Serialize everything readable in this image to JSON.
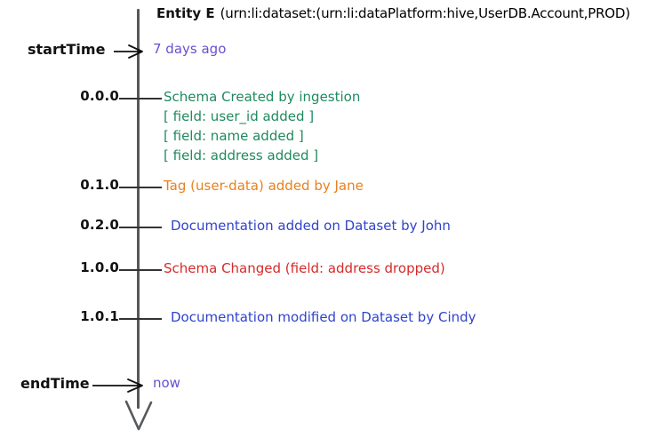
{
  "diagram": {
    "type": "entity-change-timeline",
    "header": {
      "entity_label": "Entity E",
      "entity_urn": "(urn:li:dataset:(urn:li:dataPlatform:hive,UserDB.Account,PROD)"
    },
    "boundaries": {
      "start": {
        "label": "startTime",
        "value": "7 days ago"
      },
      "end": {
        "label": "endTime",
        "value": "now"
      }
    },
    "events": [
      {
        "version": "0.0.0",
        "title": "Schema Created by ingestion",
        "color": "#1f8a5f",
        "details": [
          "[ field: user_id added ]",
          "[ field: name added ]",
          "[ field: address added ]"
        ]
      },
      {
        "version": "0.1.0",
        "title": "Tag (user-data) added by Jane",
        "color": "#e8801e",
        "details": []
      },
      {
        "version": "0.2.0",
        "title": "Documentation added on Dataset by John",
        "color": "#3043cc",
        "details": []
      },
      {
        "version": "1.0.0",
        "title": "Schema Changed (field: address dropped)",
        "color": "#d62b2b",
        "details": []
      },
      {
        "version": "1.0.1",
        "title": "Documentation modified on Dataset by Cindy",
        "color": "#3043cc",
        "details": []
      }
    ],
    "colors": {
      "urn": "#d94f1e",
      "purple": "#6a4fd0",
      "green": "#1f8a5f",
      "orange": "#e8801e",
      "blue": "#3043cc",
      "red": "#d62b2b",
      "axis": "#56595b",
      "text": "#111111"
    }
  }
}
